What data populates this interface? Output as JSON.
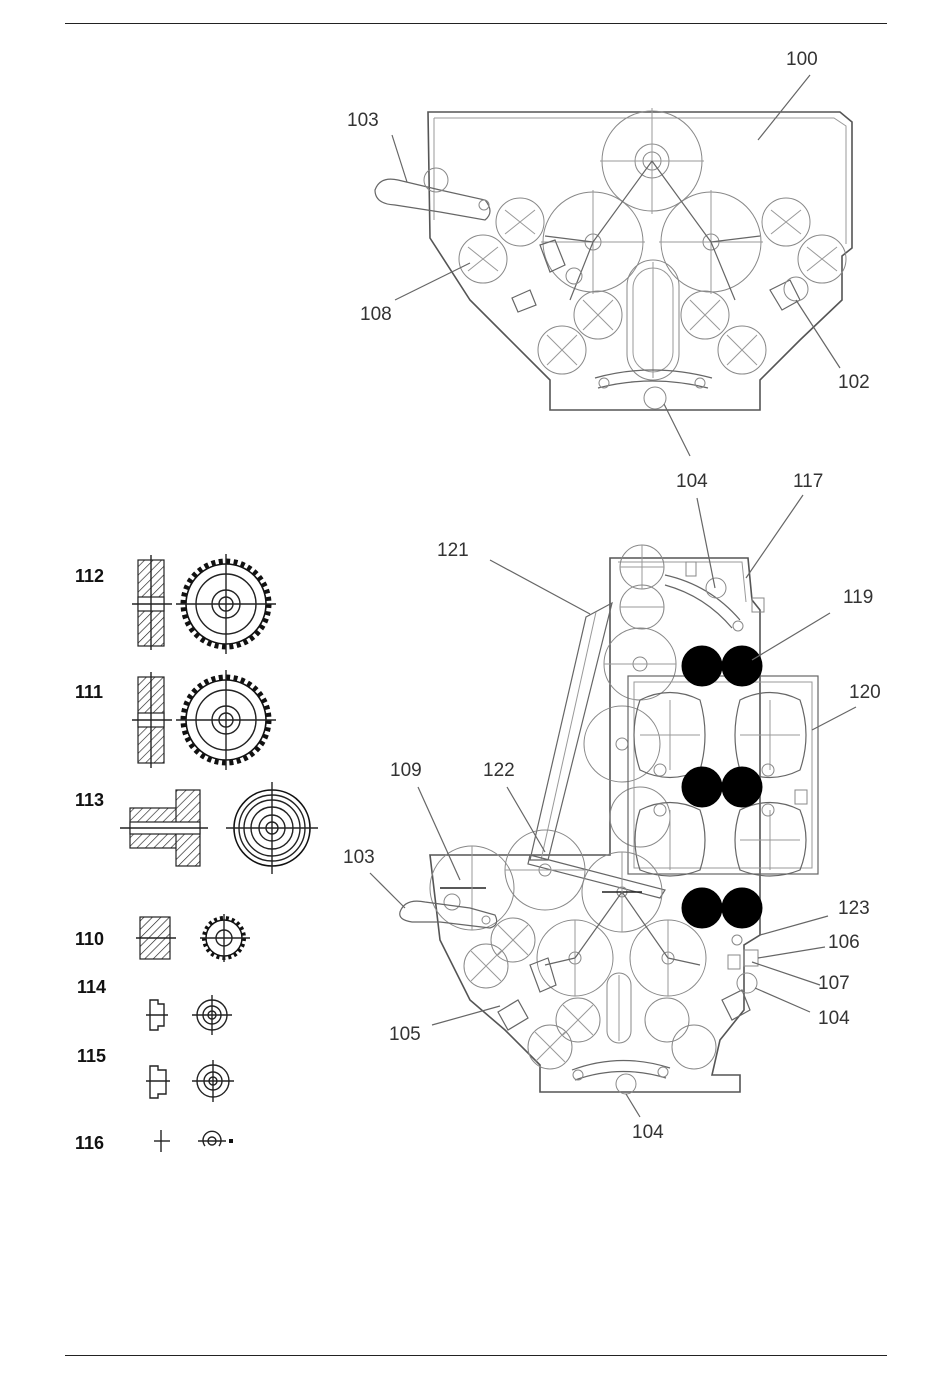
{
  "labels": {
    "top": {
      "l100": "100",
      "l103": "103",
      "l108": "108",
      "l102": "102",
      "l104": "104"
    },
    "bottom": {
      "l104a": "104",
      "l117": "117",
      "l121": "121",
      "l119": "119",
      "l120": "120",
      "l109": "109",
      "l122": "122",
      "l103": "103",
      "l123": "123",
      "l106": "106",
      "l107": "107",
      "l104b": "104",
      "l105": "105",
      "l104c": "104"
    },
    "parts": {
      "p112": "112",
      "p111": "111",
      "p113": "113",
      "p110": "110",
      "p114": "114",
      "p115": "115",
      "p116": "116"
    }
  },
  "colors": {
    "line": "#666666",
    "solid_roller": "#000000",
    "label": "#333333"
  }
}
